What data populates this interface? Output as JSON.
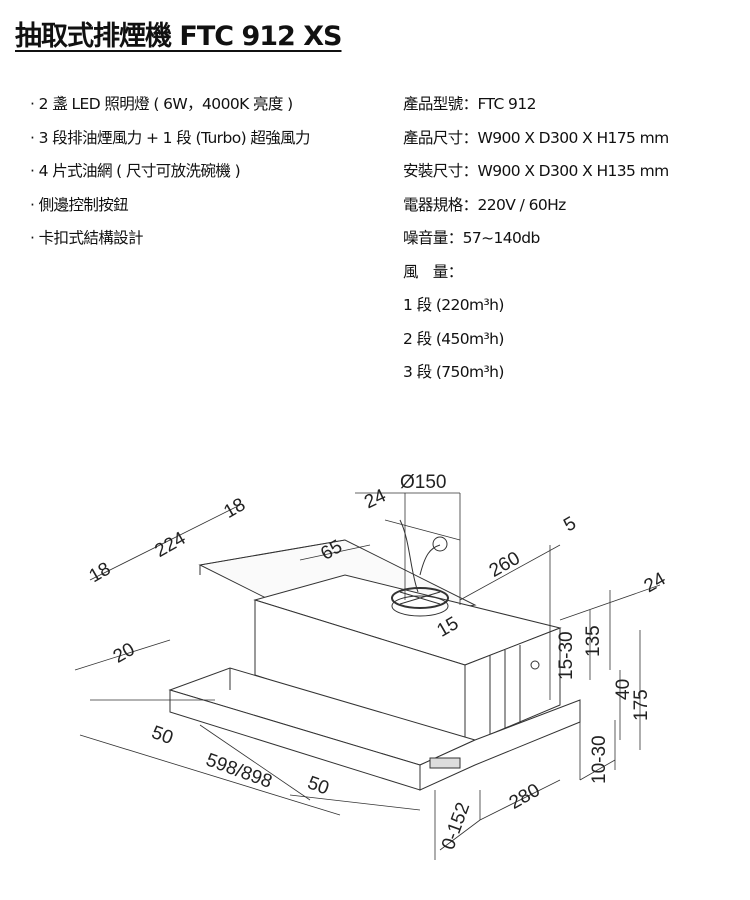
{
  "title": "抽取式排煙機 FTC 912 XS",
  "features": [
    "· 2 盞 LED 照明燈 ( 6W，4000K 亮度 )",
    "· 3 段排油煙風力 + 1 段 (Turbo) 超強風力",
    "· 4 片式油網 ( 尺寸可放洗碗機 )",
    "· 側邊控制按鈕",
    "· 卡扣式結構設計"
  ],
  "specs": [
    "產品型號：FTC 912",
    "產品尺寸：W900 X D300 X H175  mm",
    "安裝尺寸：W900 X D300 X H135  mm",
    "電器規格：220V / 60Hz",
    "噪音量：57~140db",
    "風　量：",
    "1 段 (220m³h)",
    "2 段 (450m³h)",
    "3 段 (750m³h)"
  ],
  "drawing": {
    "dimensions": {
      "duct_diameter": "Ø150",
      "duct_offset": "24",
      "back_edge_right": "18",
      "back_width": "224",
      "back_edge_left": "18",
      "bracket": "65",
      "depth_to_duct": "260",
      "rear_gap": "5",
      "side_right": "24",
      "duct_margin": "15",
      "visor_gap": "15-30",
      "install_height": "135",
      "front_left": "20",
      "front_offset_left": "50",
      "width": "598/898",
      "front_offset_right": "50",
      "front_strip": "40",
      "total_height": "175",
      "bottom_gap": "10-30",
      "drawer_depth": "280",
      "drawer_extension": "0-152"
    }
  }
}
